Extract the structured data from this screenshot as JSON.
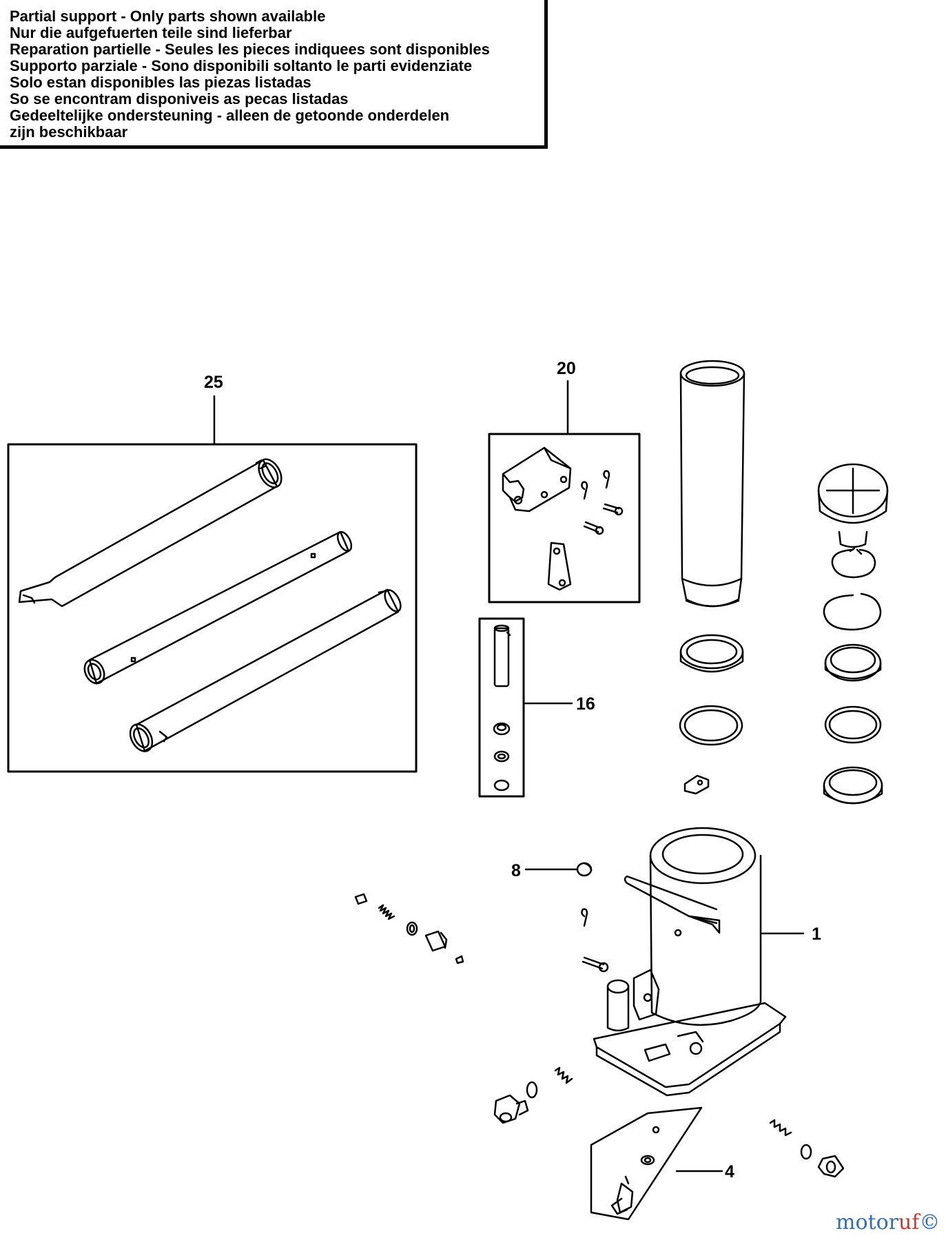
{
  "notice": {
    "lines": [
      "Partial support - Only parts shown available",
      "Nur die aufgefuerten teile sind lieferbar",
      "Reparation partielle - Seules les pieces indiquees sont disponibles",
      "Supporto parziale - Sono disponibili soltanto le parti evidenziate",
      "Solo estan disponibles las piezas listadas",
      "So se encontram disponiveis as pecas listadas",
      "Gedeeltelijke ondersteuning - alleen de getoonde onderdelen",
      "zijn beschikbaar"
    ]
  },
  "callouts": {
    "c25": "25",
    "c20": "20",
    "c16": "16",
    "c8": "8",
    "c1": "1",
    "c4": "4"
  },
  "watermark": {
    "part1": "motor",
    "part2": "uf",
    "part3": "©"
  }
}
